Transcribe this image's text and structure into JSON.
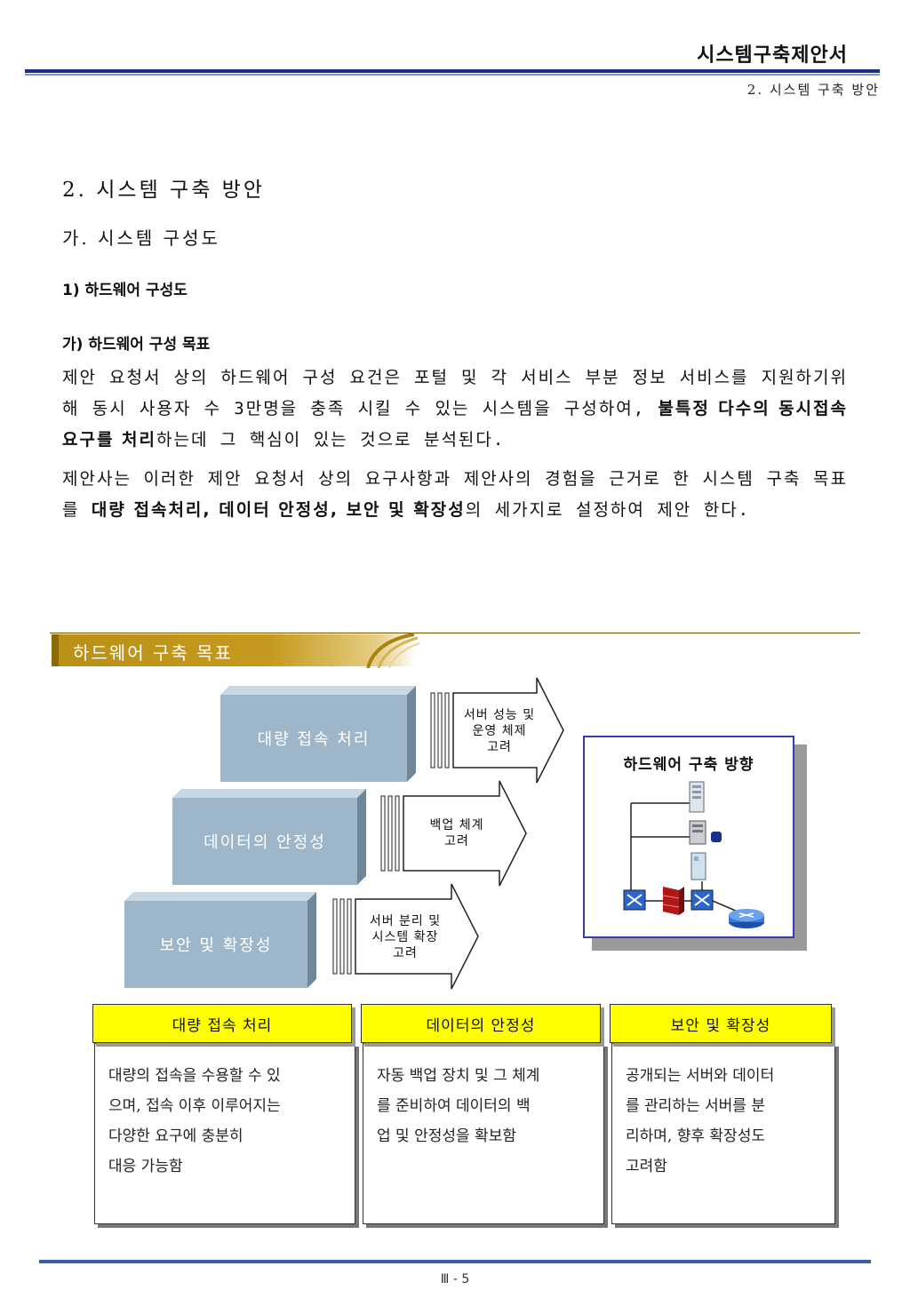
{
  "header": {
    "doc_title": "시스템구축제안서",
    "section": "2. 시스템 구축 방안"
  },
  "headings": {
    "h1": "2. 시스템 구축 방안",
    "h2": "가. 시스템 구성도",
    "h3": "1) 하드웨어 구성도",
    "h4": "가) 하드웨어 구성 목표"
  },
  "paragraph1": {
    "text_a": "제안 요청서 상의 하드웨어 구성 요건은 포털 및 각 서비스 부분 정보 서비스를 지원하기위해 동시 사용자 수 3만명을 충족 시킬 수 있는 시스템을 구성하여, ",
    "bold": "불특정 다수의 동시접속 요구를 처리",
    "text_b": "하는데 그 핵심이 있는 것으로 분석된다."
  },
  "paragraph2": {
    "text_a": "제안사는 이러한 제안 요청서 상의 요구사항과 제안사의 경험을 근거로 한 시스템 구축 목표를 ",
    "bold": "대량 접속처리, 데이터 안정성, 보안 및 확장성",
    "text_b": "의 세가지로 설정하여 제안 한다."
  },
  "section_bar": {
    "label": "하드웨어 구축 목표"
  },
  "goals": [
    {
      "label": "대량 접속 처리",
      "arrow_text": "서버 성능 및\n운영 체제\n고려"
    },
    {
      "label": "데이터의 안정성",
      "arrow_text": "백업 체계\n고려"
    },
    {
      "label": "보안 및 확장성",
      "arrow_text": "서버 분리 및\n시스템 확장\n고려"
    }
  ],
  "hw_panel": {
    "title": "하드웨어 구축 방향"
  },
  "cards": [
    {
      "title": "대량 접속 처리",
      "body": "대량의 접속을 수용할 수 있\n으며, 접속 이후 이루어지는\n다양한 요구에 충분히\n대응 가능함"
    },
    {
      "title": "데이터의 안정성",
      "body": "자동 백업 장치 및 그 체계\n를 준비하여 데이터의 백\n업 및 안정성을 확보함"
    },
    {
      "title": "보안 및 확장성",
      "body": "공개되는 서버와 데이터\n를 관리하는 서버를 분\n리하며, 향후 확장성도\n고려함"
    }
  ],
  "footer": {
    "page": "Ⅲ - 5"
  },
  "colors": {
    "header_rule": "#1a2f8a",
    "section_bar": "#c59a1e",
    "box_face": "#9eb6c9",
    "card_head": "#ffff00",
    "footer_rule": "#3a5fa8"
  }
}
